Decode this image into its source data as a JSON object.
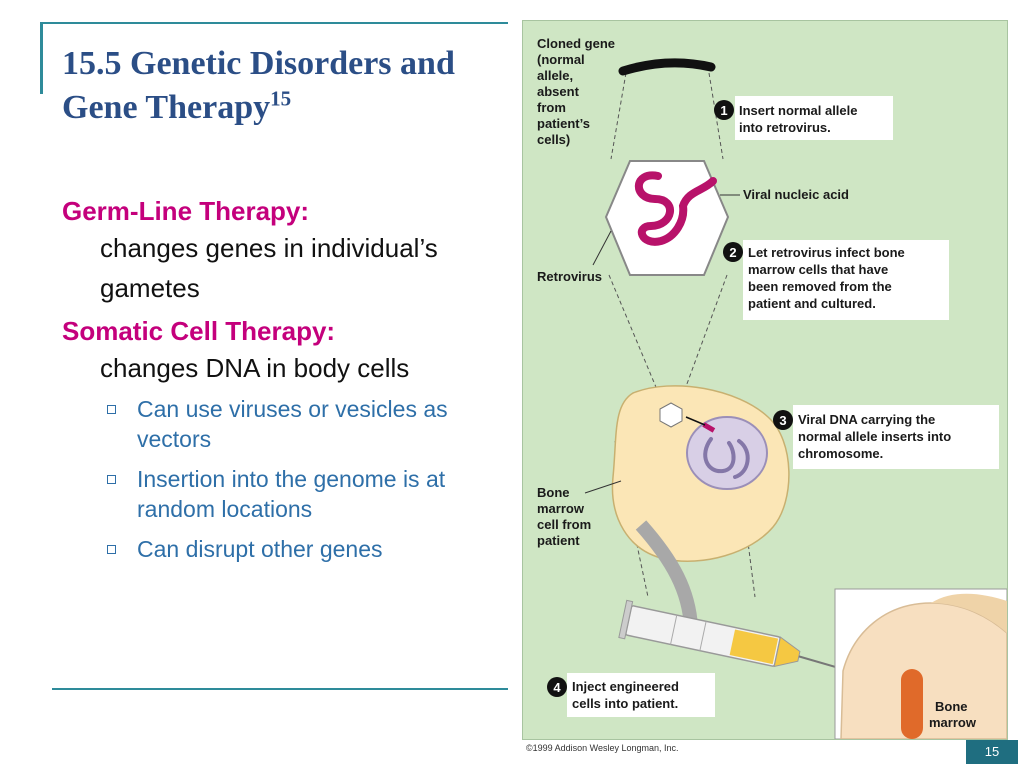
{
  "slide": {
    "title": "15.5 Genetic Disorders and Gene Therapy",
    "title_superscript": "15",
    "page_number": "15"
  },
  "bullets": [
    {
      "heading": "Germ-Line Therapy:",
      "body": "changes genes in individual’s gametes"
    },
    {
      "heading": "Somatic Cell Therapy:",
      "body": "changes DNA in body cells"
    }
  ],
  "sub_bullets": [
    "Can use viruses or vesicles as vectors",
    "Insertion into the genome is at random locations",
    "Can disrupt other genes"
  ],
  "figure": {
    "cloned_gene_label": [
      "Cloned gene",
      "(normal",
      "allele,",
      "absent",
      "from",
      "patient’s",
      "cells)"
    ],
    "viral_nucleic_acid_label": "Viral nucleic acid",
    "retrovirus_label": "Retrovirus",
    "bone_marrow_cell_label": [
      "Bone",
      "marrow",
      "cell from",
      "patient"
    ],
    "bone_marrow_label": [
      "Bone",
      "marrow"
    ],
    "steps": [
      {
        "number": "1",
        "lines": [
          "Insert normal allele",
          "into retrovirus."
        ]
      },
      {
        "number": "2",
        "lines": [
          "Let retrovirus infect bone",
          "marrow cells that have",
          "been removed from the",
          "patient and cultured."
        ]
      },
      {
        "number": "3",
        "lines": [
          "Viral DNA carrying the",
          "normal allele inserts into",
          "chromosome."
        ]
      },
      {
        "number": "4",
        "lines": [
          "Inject engineered",
          "cells into patient."
        ]
      }
    ],
    "copyright": "©1999 Addison Wesley Longman, Inc."
  },
  "colors": {
    "title": "#2b4e86",
    "heading": "#c4007c",
    "sub_bullet": "#2e6fa8",
    "figure_bg": "#cfe6c4",
    "accent_rule": "#2e8b9a"
  }
}
